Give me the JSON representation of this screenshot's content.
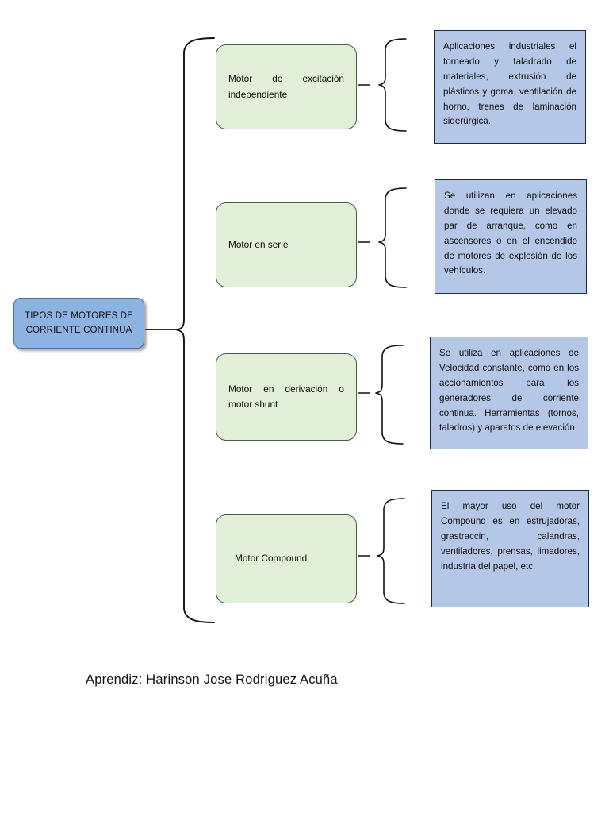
{
  "document": {
    "type": "concept-map",
    "footer_caption": "Aprendiz: Harinson Jose Rodriguez Acuña"
  },
  "colors": {
    "root_fill": "#8db3e2",
    "root_border": "#4a6fa5",
    "category_fill": "#e2efd9",
    "category_border": "#4b5b46",
    "description_fill": "#b4c7e7",
    "description_border": "#1f2a44",
    "line": "#111111",
    "page_background": "#ffffff"
  },
  "root": {
    "label": "TIPOS DE MOTORES DE CORRIENTE CONTINUA"
  },
  "branches": [
    {
      "category": "Motor de excitación independiente",
      "description": "Aplicaciones industriales el torneado y taladrado de materiales, extrusión de plásticos y goma, ventilación de horno, trenes de laminación siderúrgica."
    },
    {
      "category": "Motor en serie",
      "description": "Se utilizan en aplicaciones donde se requiera un elevado par de arranque, como en ascensores o en el encendido de motores de explosión de los vehículos."
    },
    {
      "category": "Motor en derivación o motor shunt",
      "description": "Se utiliza en aplicaciones de Velocidad constante, como en los accionamientos para los generadores de corriente continua. Herramientas (tornos, taladros) y aparatos de elevación."
    },
    {
      "category": "Motor Compound",
      "description": "El mayor uso del motor Compound es en estrujadoras, grastraccin, calandras, ventiladores, prensas, limadores, industria del papel, etc."
    }
  ]
}
